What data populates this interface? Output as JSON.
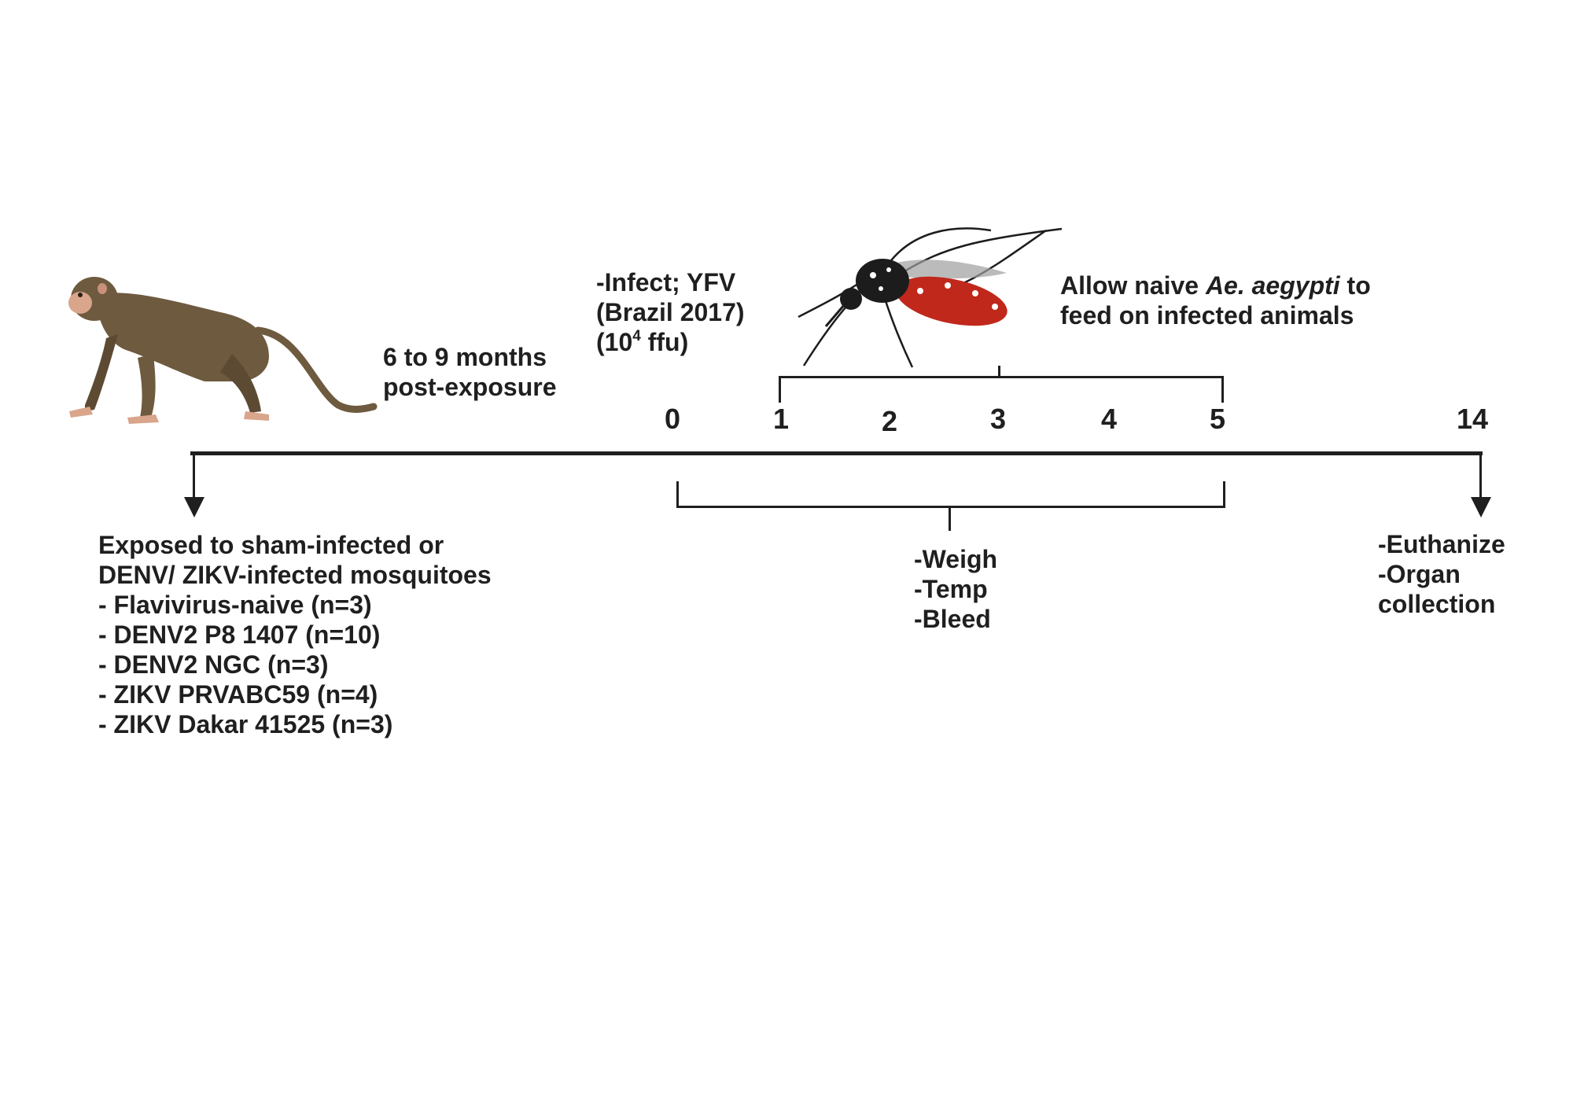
{
  "study_phase": {
    "interval_label": [
      "6 to 9 months",
      "post-exposure"
    ]
  },
  "exposure": {
    "heading": [
      "Exposed to sham-infected or",
      "DENV/ ZIKV-infected mosquitoes"
    ],
    "groups": [
      "- Flavivirus-naive (n=3)",
      "- DENV2 P8 1407 (n=10)",
      "- DENV2 NGC (n=3)",
      "- ZIKV PRVABC59 (n=4)",
      "- ZIKV Dakar 41525 (n=3)"
    ]
  },
  "challenge": {
    "line1": "-Infect; YFV",
    "line2": "(Brazil 2017)",
    "dose_open": "(10",
    "dose_exp": "4",
    "dose_unit": " ffu)"
  },
  "mosquito_feeding": {
    "part1": "Allow naive ",
    "species": "Ae. aegypti",
    "part2": " to",
    "line2": "feed on infected animals"
  },
  "timeline_days": [
    "0",
    "1",
    "2",
    "3",
    "4",
    "5",
    "14"
  ],
  "monitoring": [
    "-Weigh",
    "-Temp",
    "-Bleed"
  ],
  "endpoint": [
    "-Euthanize",
    "-Organ",
    "collection"
  ],
  "colors": {
    "ink": "#1f1f1f",
    "monkey_fur": "#6e5a3f",
    "monkey_skin": "#d9a58b",
    "mosquito_body": "#1c1c1c",
    "blood_abdomen": "#c0281c"
  }
}
